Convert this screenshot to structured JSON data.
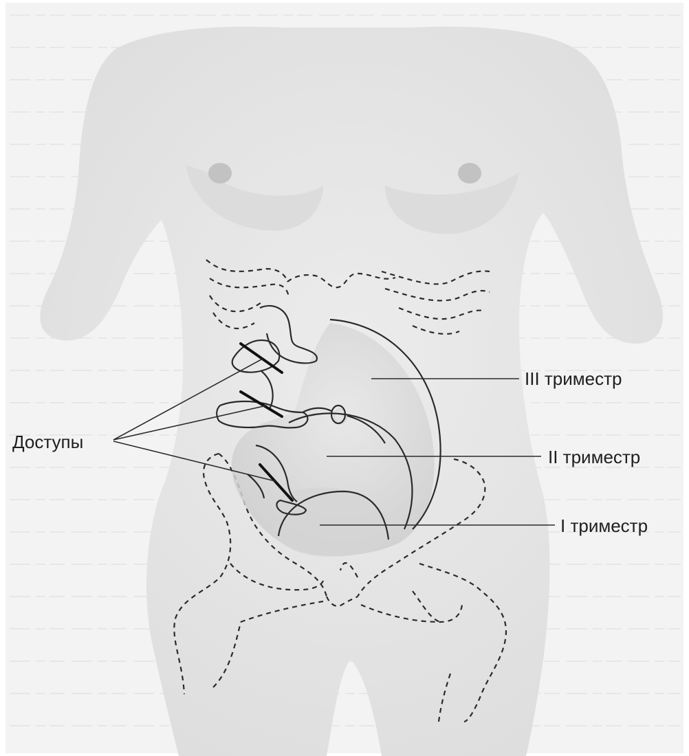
{
  "labels": {
    "access": "Доступы",
    "trimester_3": "III триместр",
    "trimester_2": "II триместр",
    "trimester_1": "I триместр"
  },
  "colors": {
    "body": "#e6e6e6",
    "background": "#f4f4f4",
    "uterus": "#d9d9d9",
    "line": "#2a2a2a"
  }
}
